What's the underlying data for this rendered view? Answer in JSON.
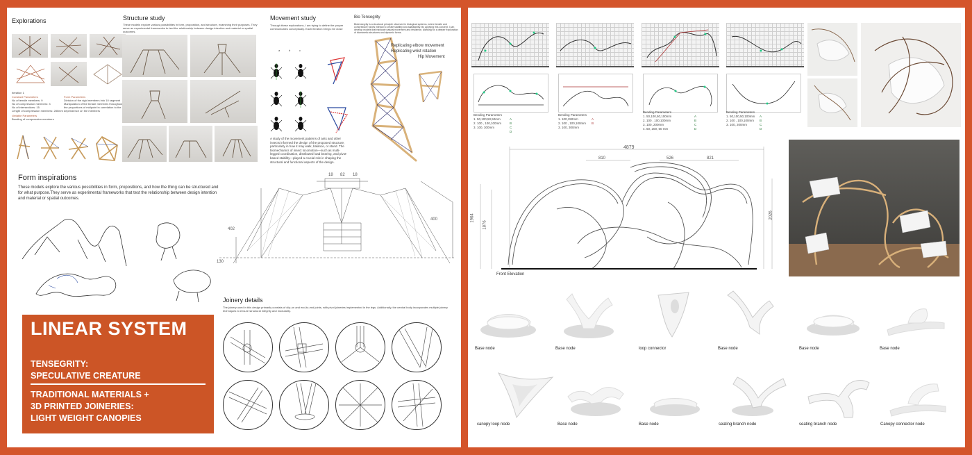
{
  "left": {
    "explorations": {
      "title": "Explorations",
      "iteration": "Iteration 1",
      "constant_head": "Constant Parameters",
      "constant_text": "No of tensile members: 9\nNo of compression members: 3\nNo of intersections: 15\nLength of compression members: 280mm",
      "form_head": "Form Parameters",
      "form_text": "Division of the rigid members into 10 segment\nManipulation of the tensile members throughout the proportions of midpoint in correlation to the dependence on the members",
      "variable_head": "Variable Parameters",
      "variable_text": "Bending of compression members"
    },
    "structure": {
      "title": "Structure study",
      "text": "These models explore various possibilities in form, proposition, and structure, examining their purposes. They serve as experimental frameworks to test the relationship between design intention and material or spatial outcomes."
    },
    "movement": {
      "title": "Movement study",
      "text": "Through these explorations, I am trying to define the proper communicates conceptually. Each iteration brings me close",
      "labels": [
        "a",
        "b",
        "c"
      ],
      "body": "A study of the movement patterns of ants and other insects informed the design of the proposed structure, particularly in how it may walk, balance, or stand. The biomechanics of insect locomotion—such as multi-legged coordination, distributed load bearing, and pivot-based stability—played a crucial role in shaping the structural and functional aspects of the design."
    },
    "bio": {
      "title": "Bio Tensegrity",
      "text": "Biotensegrity is a structural principle observed in biological systems, where tensile and compressive forces interact to create stability and adaptability. By applying this concept, I can develop models that replicate natural movement and resilience, allowing for a deeper exploration of biomimetic structures and dynamic forms.",
      "labels": [
        "Replicating elbow movement",
        "Replicating wrist rotation",
        "Hip Movement"
      ]
    },
    "form": {
      "title": "Form inspirations",
      "text": "These models explore the various possibilities in form, propositions, and how the thing can be structured and for what purpose.They serve as experimental frameworks that test the relationship between design intention and material or spatial outcomes."
    },
    "drawing_dims": {
      "top_a": "18",
      "top_b": "82",
      "top_c": "18",
      "left": "402",
      "right": "400",
      "base": "130"
    },
    "joinery": {
      "title": "Joinery details",
      "text": "The joinery used in this design primarily consists of clip-on and end-to-end joints, with pivot joineries implemented in the legs. Additionally, the central body incorporates multiple joinery techniques to ensure structural integrity and modularity."
    },
    "banner": {
      "title": "LINEAR SYSTEM",
      "sub1": "TENSEGRITY:\nSPECULATIVE CREATURE",
      "sub2": "TRADITIONAL MATERIALS +\n3D PRINTED JOINERIES:\nLIGHT WEIGHT CANOPIES"
    }
  },
  "right": {
    "bending": [
      {
        "head": "Bending Parameters",
        "lines": [
          "1. 50,100,50,50mm",
          "2. 100 , 100,100mm",
          "3. 100, 300mm"
        ],
        "keys": [
          "A",
          "B",
          "C",
          "D"
        ]
      },
      {
        "head": "Bending Parameters",
        "lines": [
          "1. 100,150mm",
          "2. 100 , 100,100mm",
          "3. 100, 300mm"
        ],
        "keys": [
          "A",
          "B"
        ]
      },
      {
        "head": "Bending Parameters",
        "lines": [
          "1. 50,100,50,100mm",
          "2. 100 , 100,100mm",
          "3. 100, 200mm",
          "4. 50, 200, 50 mm"
        ],
        "keys": [
          "A",
          "B",
          "C",
          "D"
        ]
      },
      {
        "head": "Bending Parameters",
        "lines": [
          "1. 50,100,50,100mm",
          "2. 100 , 100,100mm",
          "3. 100, 200mm"
        ],
        "keys": [
          "A",
          "B",
          "C",
          "D"
        ]
      }
    ],
    "elevation": {
      "label": "Front Elevation",
      "d_total": "4879",
      "d_a": "810",
      "d_b": "526",
      "d_c": "821",
      "h_outer": "1964",
      "h_inner": "1876",
      "h_right": "2026"
    },
    "nodes_row1": [
      "Base node",
      "Base node",
      "loop connector",
      "Base node",
      "Base node",
      "Base node"
    ],
    "nodes_row2": [
      "canopy loop node",
      "Base node",
      "Base node",
      "seating branch node",
      "seating branch node",
      "Canopy connector node"
    ]
  }
}
